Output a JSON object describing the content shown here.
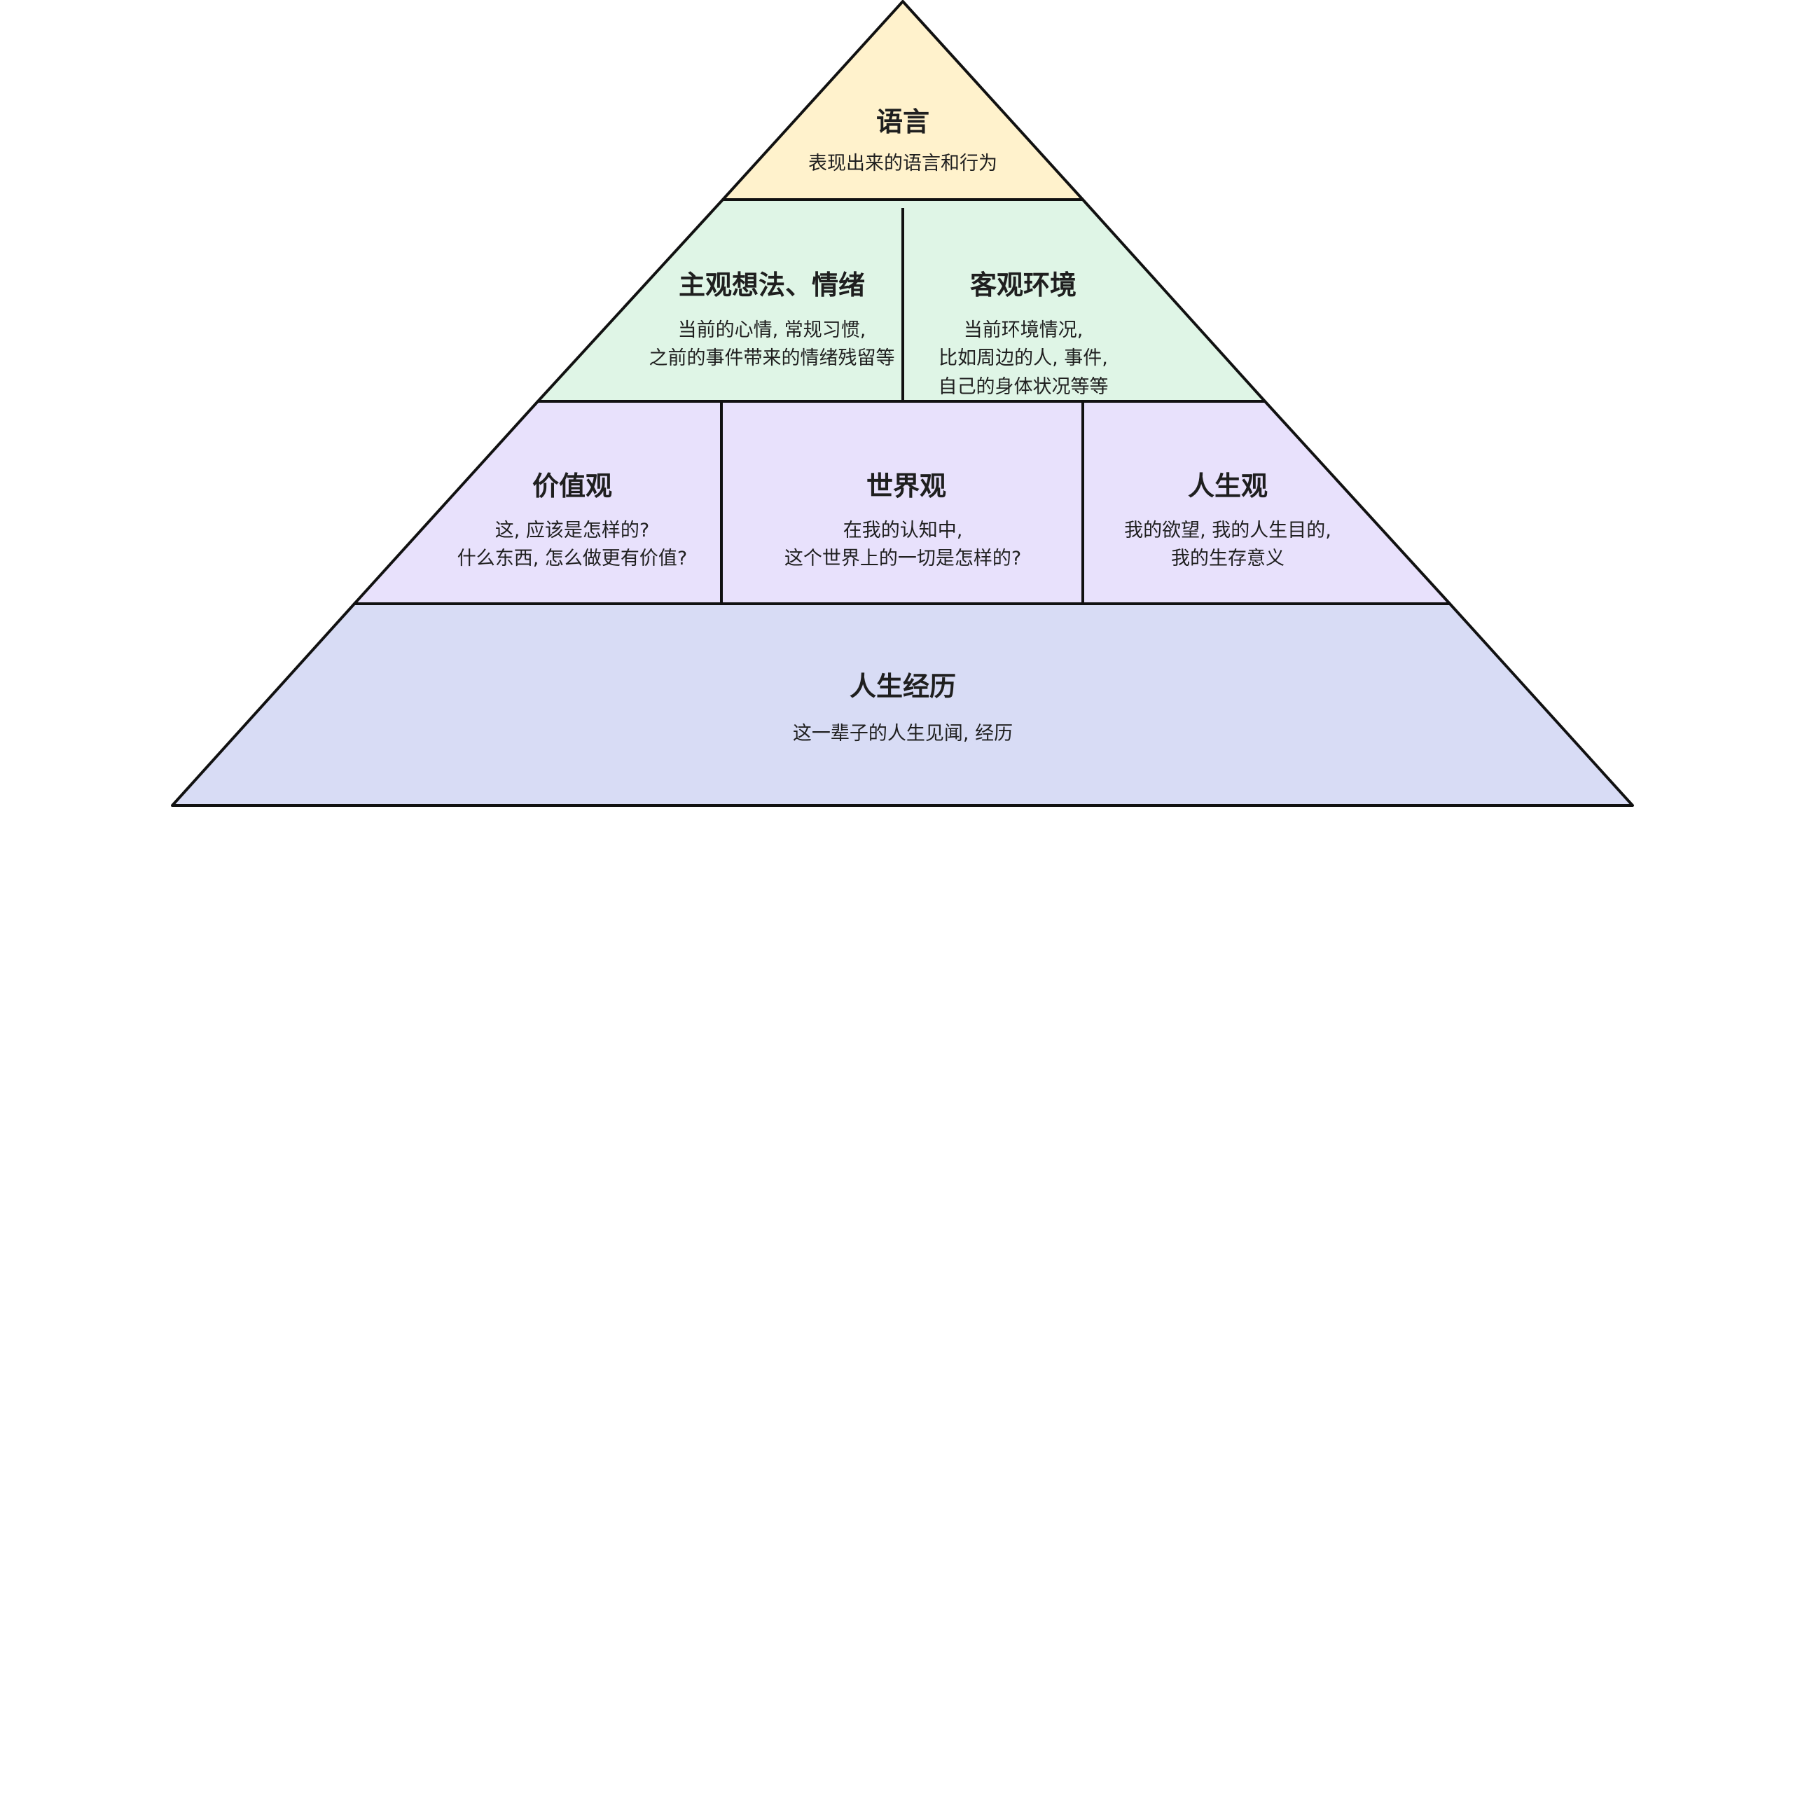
{
  "colors": {
    "top": "#fff2cc",
    "second": "#dff5e6",
    "third": "#e8e1fc",
    "bottom": "#d8dcf5",
    "stroke": "#111111",
    "text": "#1f1f1f"
  },
  "levels": {
    "language": {
      "title": "语言",
      "lines": [
        "表现出来的语言和行为"
      ]
    },
    "subjective": {
      "title": "主观想法、情绪",
      "lines": [
        "当前的心情, 常规习惯,",
        "之前的事件带来的情绪残留等"
      ]
    },
    "objective": {
      "title": "客观环境",
      "lines": [
        "当前环境情况,",
        "比如周边的人, 事件,",
        "自己的身体状况等等"
      ]
    },
    "values": {
      "title": "价值观",
      "lines": [
        "这, 应该是怎样的?",
        "什么东西, 怎么做更有价值?"
      ]
    },
    "worldview": {
      "title": "世界观",
      "lines": [
        "在我的认知中,",
        "这个世界上的一切是怎样的?"
      ]
    },
    "outlook": {
      "title": "人生观",
      "lines": [
        "我的欲望, 我的人生目的,",
        "我的生存意义"
      ]
    },
    "experience": {
      "title": "人生经历",
      "lines": [
        "这一辈子的人生见闻, 经历"
      ]
    }
  }
}
